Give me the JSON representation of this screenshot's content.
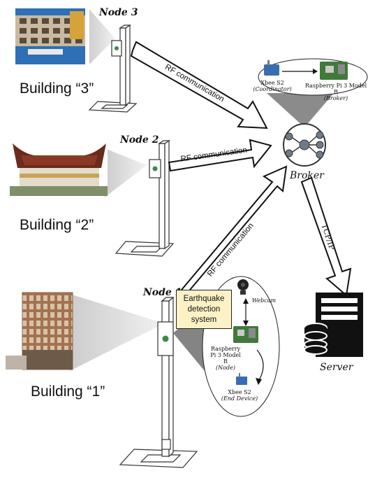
{
  "buildings": {
    "b3": "Building “3”",
    "b2": "Building “2”",
    "b1": "Building “1”"
  },
  "nodes": {
    "n3": "Node 3",
    "n2": "Node 2",
    "n1": "Node 1"
  },
  "links": {
    "rf3": "RF communication",
    "rf2": "RF communication",
    "rf1": "RF communication",
    "tcp": "TCP/IP"
  },
  "broker": {
    "label": "Broker",
    "xbee_title": "Xbee S2",
    "xbee_role": "(Coordinator)",
    "rpi_title": "Raspberry Pi 3 Model B",
    "rpi_role": "(Broker)"
  },
  "server": {
    "label": "Server"
  },
  "node_detail": {
    "system_label": "Earthquake detection system",
    "webcam": "Webcam",
    "rpi_title": "Raspberry Pi 3 Model B",
    "rpi_role": "(Node)",
    "xbee_title": "Xbee S2",
    "xbee_role": "(End Device)"
  },
  "colors": {
    "sky_blue": "#2f6fb5",
    "roof_brown": "#6b2a1c",
    "building_tan": "#b07a52",
    "board_green": "#3f7a3a",
    "xbee_blue": "#3a6db0",
    "box_fill": "#fdf2c6"
  }
}
